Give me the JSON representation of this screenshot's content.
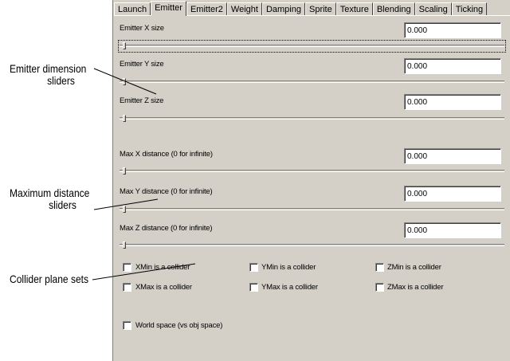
{
  "tabs": [
    {
      "label": "Launch"
    },
    {
      "label": "Emitter"
    },
    {
      "label": "Emitter2"
    },
    {
      "label": "Weight"
    },
    {
      "label": "Damping"
    },
    {
      "label": "Sprite"
    },
    {
      "label": "Texture"
    },
    {
      "label": "Blending"
    },
    {
      "label": "Scaling"
    },
    {
      "label": "Ticking"
    }
  ],
  "active_tab": "Emitter",
  "rows": [
    {
      "label": "Emitter X size",
      "value": "0.000"
    },
    {
      "label": "Emitter Y size",
      "value": "0.000"
    },
    {
      "label": "Emitter Z size",
      "value": "0.000"
    },
    {
      "label": "Max X distance (0 for infinite)",
      "value": "0.000"
    },
    {
      "label": "Max Y distance (0 for infinite)",
      "value": "0.000"
    },
    {
      "label": "Max Z distance (0 for infinite)",
      "value": "0.000"
    }
  ],
  "slider_level": 0,
  "checkboxes": [
    {
      "label": "XMin is a collider",
      "checked": false
    },
    {
      "label": "YMin is a collider",
      "checked": false
    },
    {
      "label": "ZMin is a collider",
      "checked": false
    },
    {
      "label": "XMax is a collider",
      "checked": false
    },
    {
      "label": "YMax is a collider",
      "checked": false
    },
    {
      "label": "ZMax is a collider",
      "checked": false
    },
    {
      "label": "World space (vs obj space)",
      "checked": false
    }
  ],
  "annotations": {
    "emitter": [
      "Emitter dimension",
      "sliders"
    ],
    "maxdist": [
      "Maximum distance",
      "sliders"
    ],
    "collider": [
      "Collider plane sets"
    ]
  }
}
